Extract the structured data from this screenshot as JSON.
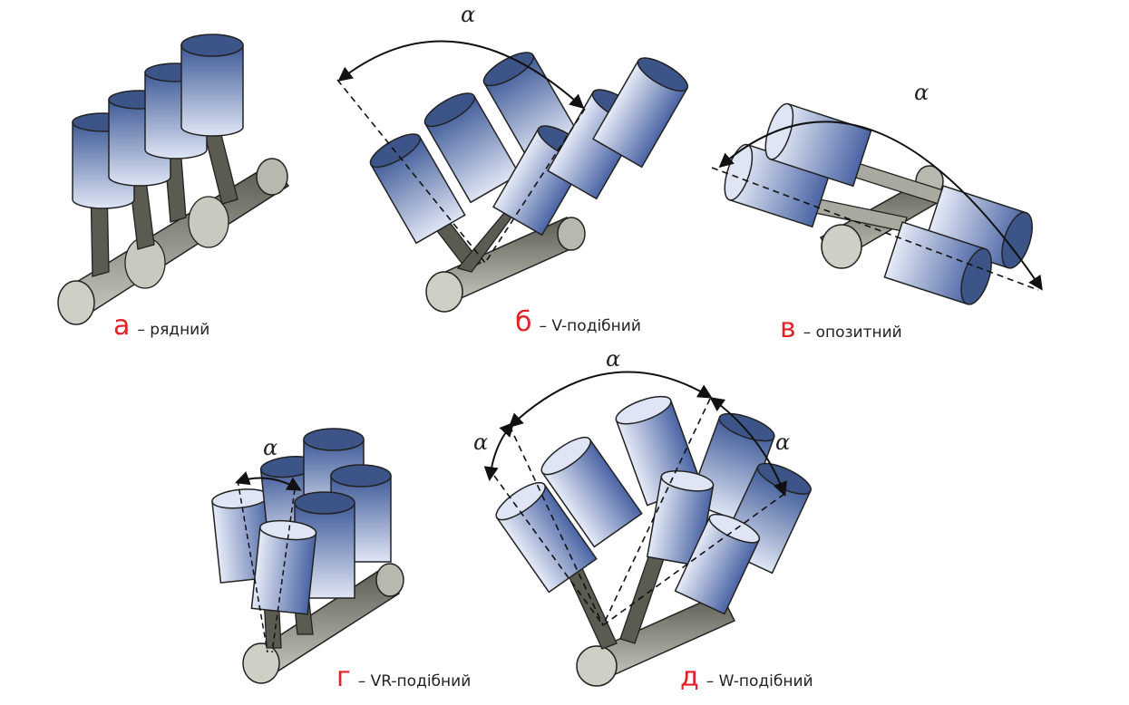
{
  "alpha_symbol": "ɑ",
  "captions": [
    {
      "letter": "а",
      "text": "– рядний"
    },
    {
      "letter": "б",
      "text": "– V-подібний"
    },
    {
      "letter": "в",
      "text": "– опозитний"
    },
    {
      "letter": "г",
      "text": "– VR-подібний"
    },
    {
      "letter": "д",
      "text": "– W-подібний"
    }
  ],
  "colors": {
    "cylinder_top": "#3c5488",
    "cylinder_body": "#9aaad8",
    "rod": "#5b5b52",
    "crank": "#a9a99f",
    "caption_letter": "#e32127",
    "ink": "#222222"
  },
  "diagrams": [
    "inline-engine",
    "v-engine",
    "boxer-engine",
    "vr-engine",
    "w-engine"
  ]
}
